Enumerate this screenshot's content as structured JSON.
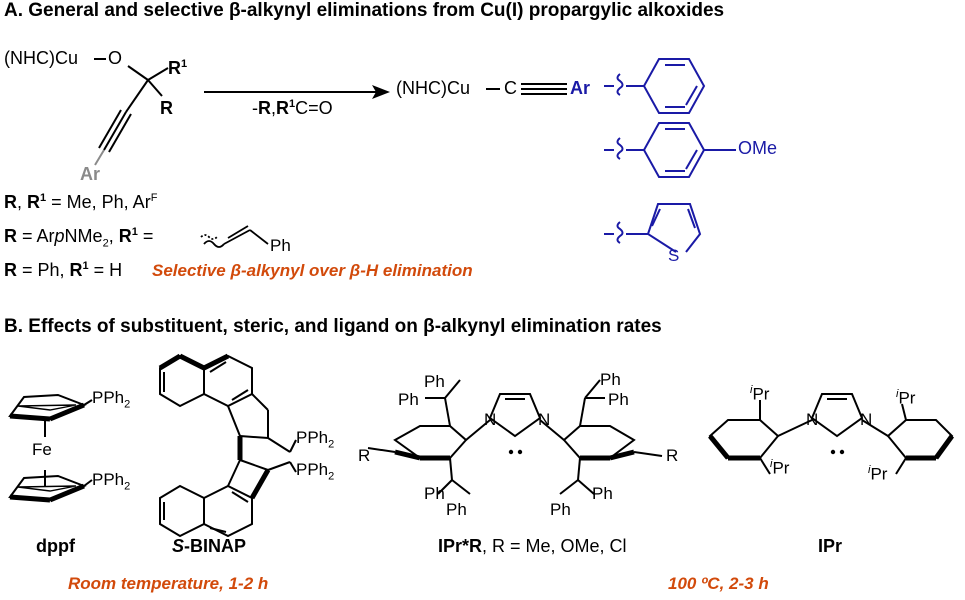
{
  "section_a": {
    "title": "A. General and selective β-alkynyl eliminations from Cu(I) propargylic alkoxides",
    "reactant": {
      "cu_label": "(NHC)Cu",
      "o_label": "O",
      "r1": "R",
      "r1_sup": "1",
      "r": "R",
      "ar": "Ar"
    },
    "arrow_label": {
      "prefix": "-",
      "r": "R",
      "comma": ",",
      "r1": "R",
      "r1_sup": "1",
      "suffix": "C=O"
    },
    "product": {
      "cu_label": "(NHC)Cu",
      "c_label": "C",
      "ar": "Ar"
    },
    "substituents": {
      "line1": {
        "r": "R",
        "sep": ", ",
        "r1": "R",
        "sup": "1",
        "text": " = Me, Ph, Ar",
        "sup2": "F"
      },
      "line2": {
        "r": "R",
        "text1": " = Ar",
        "italic_p": "p",
        "text2": "NMe",
        "sub": "2",
        "sep": ", ",
        "r1": "R",
        "sup": "1",
        "text3": " = ",
        "ph": "Ph"
      },
      "line3": {
        "r": "R",
        "text1": " = Ph, ",
        "r1": "R",
        "sup": "1",
        "text2": " = H"
      }
    },
    "selective_note": "Selective β-alkynyl over β-H elimination",
    "aryl_groups": {
      "methoxy_label": "OMe",
      "thiophene_s": "S"
    }
  },
  "section_b": {
    "title": "B. Effects of substituent, steric, and ligand on β-alkynyl elimination rates",
    "dppf": {
      "pph2_top": "PPh",
      "pph2_top_sub": "2",
      "fe": "Fe",
      "pph2_bottom": "PPh",
      "pph2_bottom_sub": "2",
      "name": "dppf"
    },
    "binap": {
      "pph2_a": "PPh",
      "pph2_a_sub": "2",
      "pph2_b": "PPh",
      "pph2_b_sub": "2",
      "name_s": "S",
      "name_rest": "-BINAP"
    },
    "iprstar": {
      "ph_labels": [
        "Ph",
        "Ph",
        "Ph",
        "Ph",
        "Ph",
        "Ph",
        "Ph",
        "Ph"
      ],
      "r_left": "R",
      "r_right": "R",
      "n_left": "N",
      "n_right": "N",
      "name_bold": "IPr*R",
      "name_rest": ", R = Me, OMe, Cl"
    },
    "ipr": {
      "ipr_labels": [
        "Pr",
        "Pr",
        "Pr",
        "Pr"
      ],
      "ipr_prefix": "i",
      "n_left": "N",
      "n_right": "N",
      "name": "IPr"
    },
    "condition_left": "Room temperature, 1-2 h",
    "condition_right": "100 ºC, 2-3 h"
  }
}
